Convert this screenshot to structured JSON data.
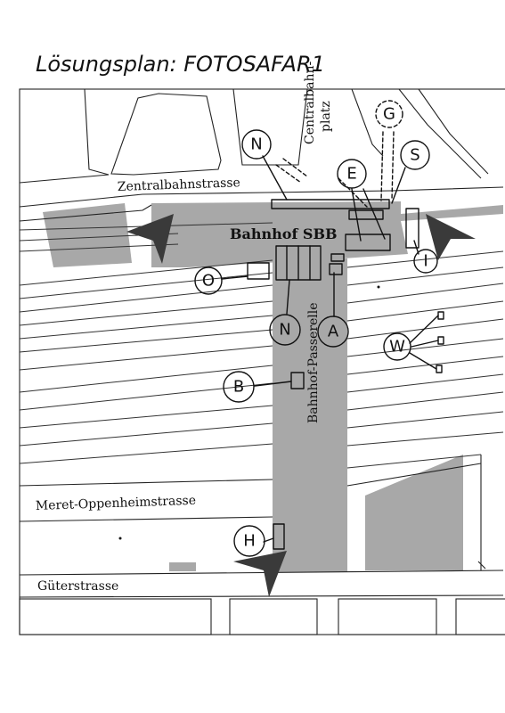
{
  "title": "Lösungsplan: FOTOSAFAR1",
  "station": "Bahnhof SBB",
  "streets": {
    "zentralbahnstrasse": "Zentralbahnstrasse",
    "centralbahnplatz_line1": "Centralbahn-",
    "centralbahnplatz_line2": "platz",
    "passerelle": "Bahnhof-Passerelle",
    "meret": "Meret-Oppenheimstrasse",
    "gueter": "Güterstrasse"
  },
  "markers": {
    "N_top": "N",
    "E": "E",
    "G": "G",
    "S": "S",
    "I": "I",
    "O": "O",
    "N_bottom": "N",
    "A": "A",
    "W": "W",
    "B": "B",
    "H": "H"
  },
  "colors": {
    "gray_area": "#a8a8a8",
    "ink": "#111111",
    "arrow": "#3a3a3a"
  }
}
